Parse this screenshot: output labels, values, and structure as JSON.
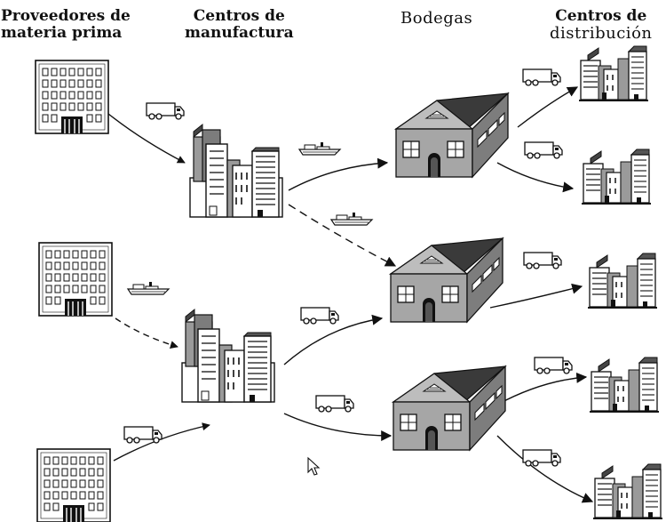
{
  "columns": {
    "suppliers": [
      "Proveedores de",
      "materia prima"
    ],
    "manufacturing": [
      "Centros de",
      "manufactura"
    ],
    "warehouses": [
      "Bodegas"
    ],
    "distribution": [
      "Centros de",
      "distribución"
    ]
  },
  "icons": {
    "supplier": "office-building-icon",
    "manufacturing": "factory-city-icon",
    "warehouse": "warehouse-house-icon",
    "distribution": "city-cluster-icon",
    "truck": "truck-icon",
    "ship": "ship-icon",
    "cursor": "mouse-pointer-icon"
  },
  "colors": {
    "ink": "#111111",
    "roof": "#3a3a3a",
    "wall": "#a6a6a6",
    "shade": "#7d7d7d",
    "background": "#ffffff"
  }
}
